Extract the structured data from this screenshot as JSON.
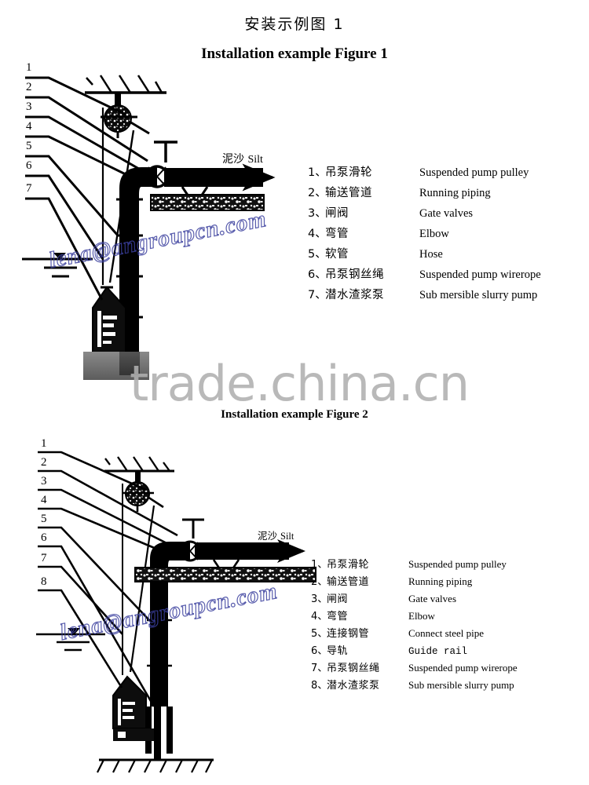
{
  "titles": {
    "chinese": "安装示例图  1",
    "figure1_en": "Installation example Figure 1",
    "figure2_en": "Installation example Figure 2"
  },
  "figure1": {
    "callout_numbers": [
      "1",
      "2",
      "3",
      "4",
      "5",
      "6",
      "7"
    ],
    "silt_cn": "泥沙",
    "silt_en": "Silt",
    "legend": [
      {
        "num": "1、",
        "cn": "吊泵滑轮",
        "en": "Suspended pump pulley"
      },
      {
        "num": "2、",
        "cn": "输送管道",
        "en": "Running piping"
      },
      {
        "num": "3、",
        "cn": "闸阀",
        "en": "Gate valves"
      },
      {
        "num": "4、",
        "cn": "弯管",
        "en": "Elbow"
      },
      {
        "num": "5、",
        "cn": "软管",
        "en": "Hose"
      },
      {
        "num": "6、",
        "cn": "吊泵钢丝绳",
        "en": "Suspended pump wirerope"
      },
      {
        "num": "7、",
        "cn": "潜水渣浆泵",
        "en": "Sub mersible slurry pump"
      }
    ]
  },
  "figure2": {
    "callout_numbers": [
      "1",
      "2",
      "3",
      "4",
      "5",
      "6",
      "7",
      "8"
    ],
    "silt_cn": "泥沙",
    "silt_en": "Silt",
    "legend": [
      {
        "num": "1、",
        "cn": "吊泵滑轮",
        "en": "Suspended pump pulley"
      },
      {
        "num": "2、",
        "cn": "输送管道",
        "en": "Running piping"
      },
      {
        "num": "3、",
        "cn": "闸阀",
        "en": "Gate valves"
      },
      {
        "num": "4、",
        "cn": "弯管",
        "en": "Elbow"
      },
      {
        "num": "5、",
        "cn": "连接钢管",
        "en": "Connect steel pipe"
      },
      {
        "num": "6、",
        "cn": "导轨",
        "en": "Guide rail"
      },
      {
        "num": "7、",
        "cn": "吊泵钢丝绳",
        "en": "Suspended pump wirerope"
      },
      {
        "num": "8、",
        "cn": "潜水渣浆泵",
        "en": "Sub mersible slurry pump"
      }
    ]
  },
  "watermarks": {
    "brand": "trade.china.cn",
    "email": "lena@angroupcn.com"
  },
  "colors": {
    "ink": "#000000",
    "brand_watermark": "#b0b0b0",
    "email_watermark": "#3a3f9e",
    "concrete": "#1a1a1a",
    "base_block": "#6e6e6e"
  }
}
